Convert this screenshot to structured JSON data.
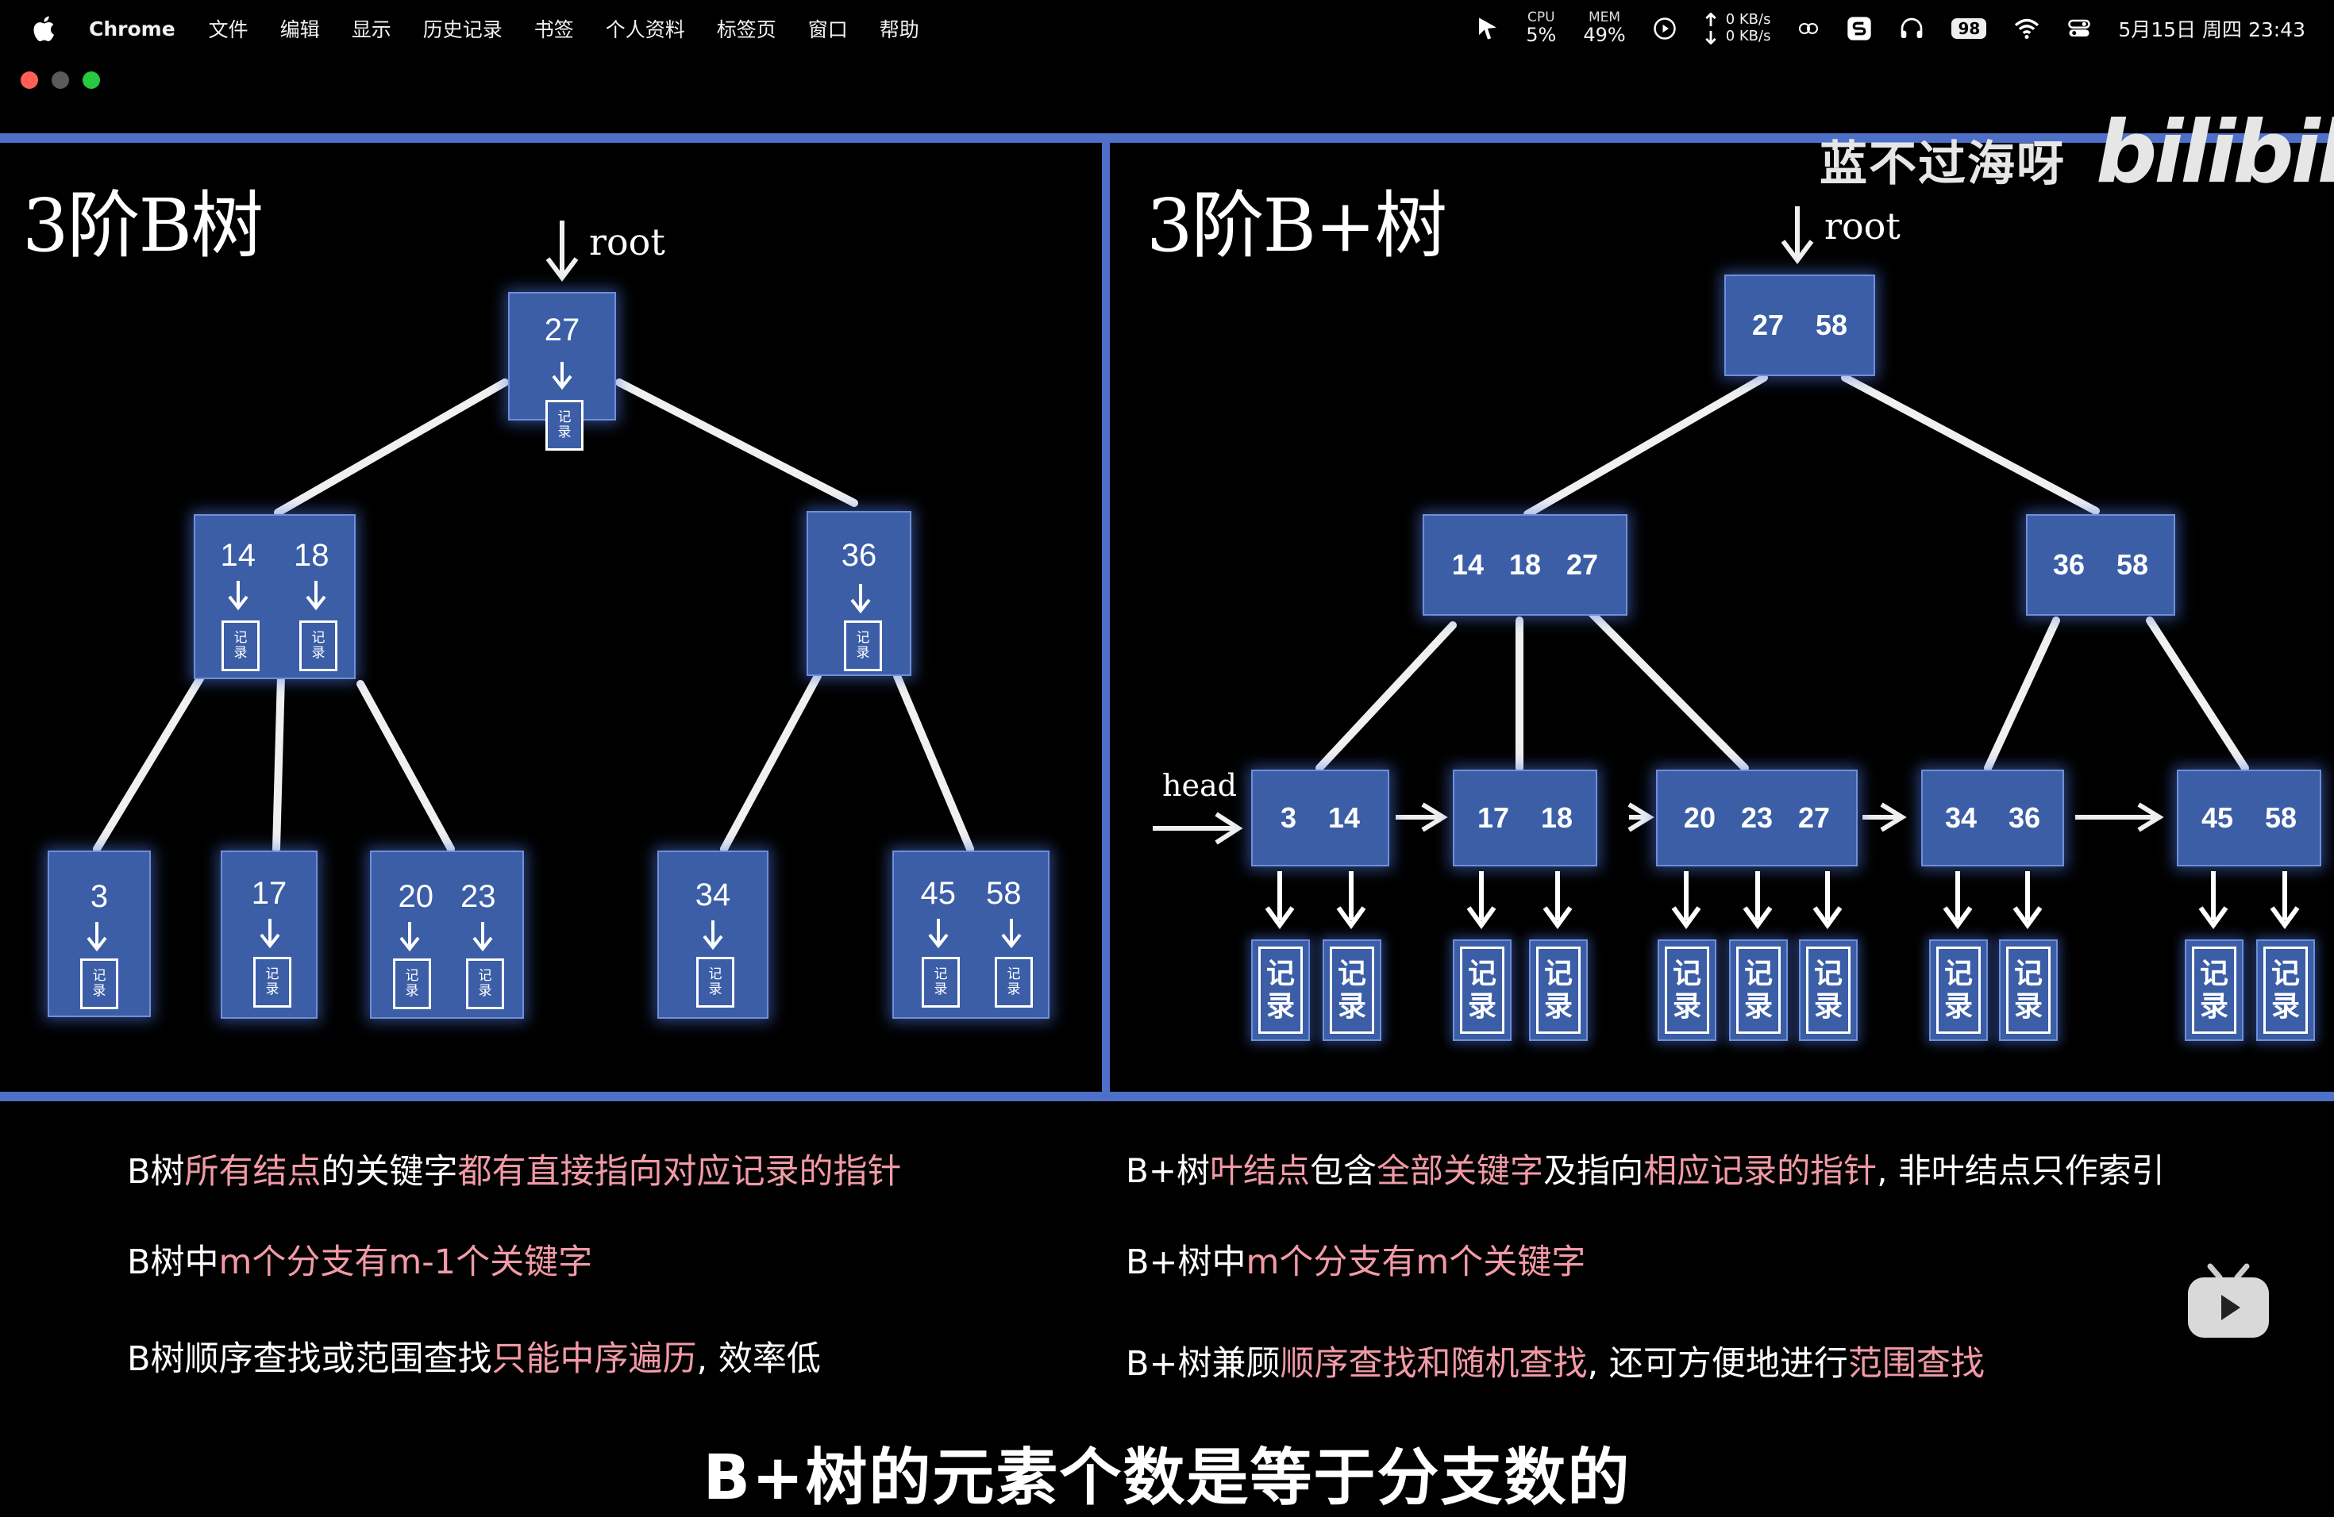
{
  "menubar": {
    "app": "Chrome",
    "items": [
      "文件",
      "编辑",
      "显示",
      "历史记录",
      "书签",
      "个人资料",
      "标签页",
      "窗口",
      "帮助"
    ],
    "cpu_label": "CPU",
    "cpu_value": "5%",
    "mem_label": "MEM",
    "mem_value": "49%",
    "net_up": "0 KB/s",
    "net_down": "0 KB/s",
    "battery": "98",
    "datetime": "5月15日 周四 23:43"
  },
  "video": {
    "watermark": "蓝不过海呀",
    "watermark_logo": "bilibili",
    "left_panel": {
      "title": "3阶B树",
      "root_label": "root",
      "record_label": [
        "记",
        "录"
      ],
      "nodes": {
        "root": [
          "27"
        ],
        "l1_left": [
          "14",
          "18"
        ],
        "l1_right": [
          "36"
        ],
        "leaf1": [
          "3"
        ],
        "leaf2": [
          "17"
        ],
        "leaf3": [
          "20",
          "23"
        ],
        "leaf4": [
          "34"
        ],
        "leaf5": [
          "45",
          "58"
        ]
      }
    },
    "right_panel": {
      "title": "3阶B+树",
      "root_label": "root",
      "head_label": "head",
      "record_label": [
        "记",
        "录"
      ],
      "nodes": {
        "root": [
          "27",
          "58"
        ],
        "l1_left": [
          "14",
          "18",
          "27"
        ],
        "l1_right": [
          "36",
          "58"
        ],
        "leaf1": [
          "3",
          "14"
        ],
        "leaf2": [
          "17",
          "18"
        ],
        "leaf3": [
          "20",
          "23",
          "27"
        ],
        "leaf4": [
          "34",
          "36"
        ],
        "leaf5": [
          "45",
          "58"
        ]
      }
    },
    "notes_left": [
      [
        {
          "t": "B树",
          "h": false
        },
        {
          "t": "所有结点",
          "h": true
        },
        {
          "t": "的关键字",
          "h": false
        },
        {
          "t": "都有直接指向对应记录的指针",
          "h": true
        }
      ],
      [
        {
          "t": "B树中",
          "h": false
        },
        {
          "t": "m个分支有m-1个关键字",
          "h": true
        }
      ],
      [
        {
          "t": "B树顺序查找或范围查找",
          "h": false
        },
        {
          "t": "只能中序遍历",
          "h": true
        },
        {
          "t": ", 效率低",
          "h": false
        }
      ]
    ],
    "notes_right": [
      [
        {
          "t": "B+树",
          "h": false
        },
        {
          "t": "叶结点",
          "h": true
        },
        {
          "t": "包含",
          "h": false
        },
        {
          "t": "全部关键字",
          "h": true
        },
        {
          "t": "及指向",
          "h": false
        },
        {
          "t": "相应记录的指针",
          "h": true
        },
        {
          "t": ", 非叶结点只作索引",
          "h": false
        }
      ],
      [
        {
          "t": "B+树中",
          "h": false
        },
        {
          "t": "m个分支有m个关键字",
          "h": true
        }
      ],
      [
        {
          "t": "B+树兼顾",
          "h": false
        },
        {
          "t": "顺序查找和随机查找",
          "h": true
        },
        {
          "t": ", 还可方便地进行",
          "h": false
        },
        {
          "t": "范围查找",
          "h": true
        }
      ]
    ],
    "caption": "B+树的元素个数是等于分支数的"
  }
}
